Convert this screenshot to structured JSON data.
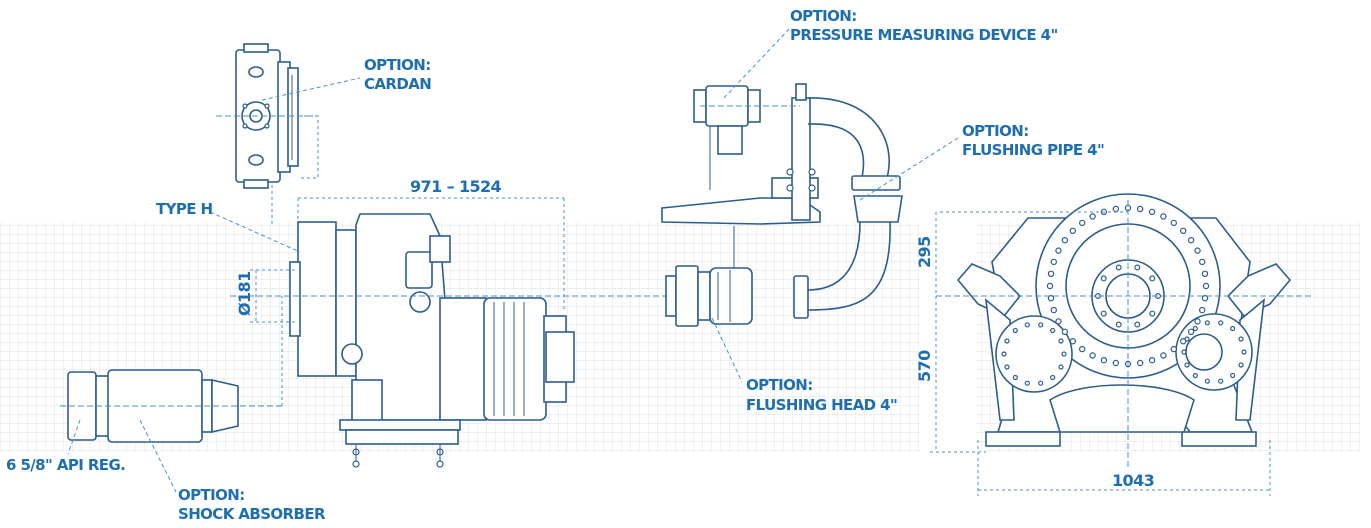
{
  "labels": {
    "cardan": {
      "line1": "OPTION:",
      "line2": "CARDAN"
    },
    "pressure": {
      "line1": "OPTION:",
      "line2": "PRESSURE MEASURING DEVICE 4\""
    },
    "flushing_pipe": {
      "line1": "OPTION:",
      "line2": "FLUSHING PIPE 4\""
    },
    "flushing_head": {
      "line1": "OPTION:",
      "line2": "FLUSHING HEAD 4\""
    },
    "shock_absorber": {
      "line1": "OPTION:",
      "line2": "SHOCK ABSORBER"
    },
    "type_h": "TYPE H",
    "api_reg": "6 5/8\" API REG."
  },
  "dimensions": {
    "length_range": "971 – 1524",
    "diameter": "Ø181",
    "height_upper": "295",
    "height_lower": "570",
    "width": "1043"
  },
  "colors": {
    "label_blue": "#1f6fb0",
    "line_dark": "#2d5d8c",
    "leader_blue": "#4a8fcf",
    "grid": "#d4d4d4"
  }
}
